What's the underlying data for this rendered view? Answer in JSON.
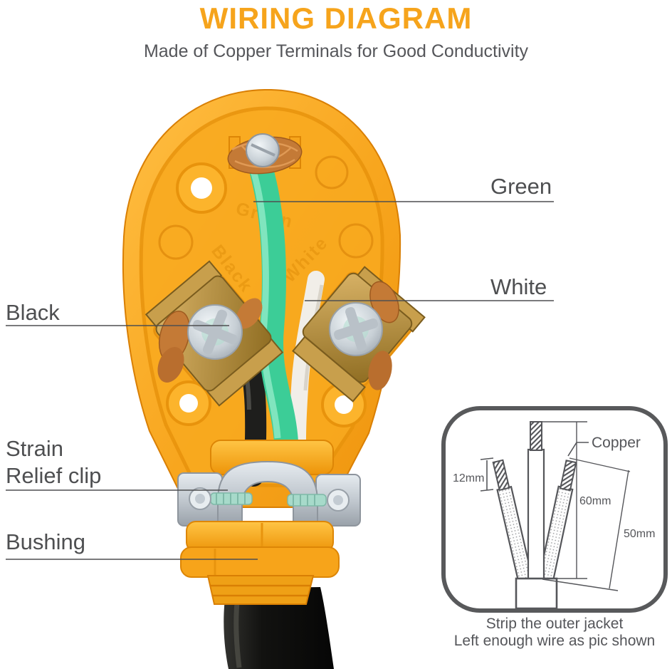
{
  "header": {
    "title": "WIRING DIAGRAM",
    "subtitle": "Made of Copper Terminals for Good Conductivity"
  },
  "callouts": {
    "green": "Green",
    "white": "White",
    "black": "Black",
    "strain_line1": "Strain",
    "strain_line2": "Relief clip",
    "bushing": "Bushing"
  },
  "molded": {
    "green": "Green",
    "black": "Black",
    "white": "White"
  },
  "inset": {
    "copper": "Copper",
    "dim_left": "12mm",
    "dim_middle": "60mm",
    "dim_right": "50mm",
    "caption_line1": "Strip the outer jacket",
    "caption_line2": "Left enough wire as pic shown"
  },
  "colors": {
    "accent_orange": "#F6A41C",
    "label_text": "#4E4F51",
    "inset_border": "#58595B",
    "plug_body": "#F8A61E",
    "plug_shadow": "#DD8606",
    "wire_green": "#3CCD97",
    "wire_white": "#F1EEE8",
    "wire_black": "#1E1E1C",
    "brass": "#B6913E",
    "copper_strands": "#C47A36",
    "metal_clip": "#C7CDD3",
    "screw_tint": "#9ED8C6",
    "cable_black": "#171715"
  }
}
